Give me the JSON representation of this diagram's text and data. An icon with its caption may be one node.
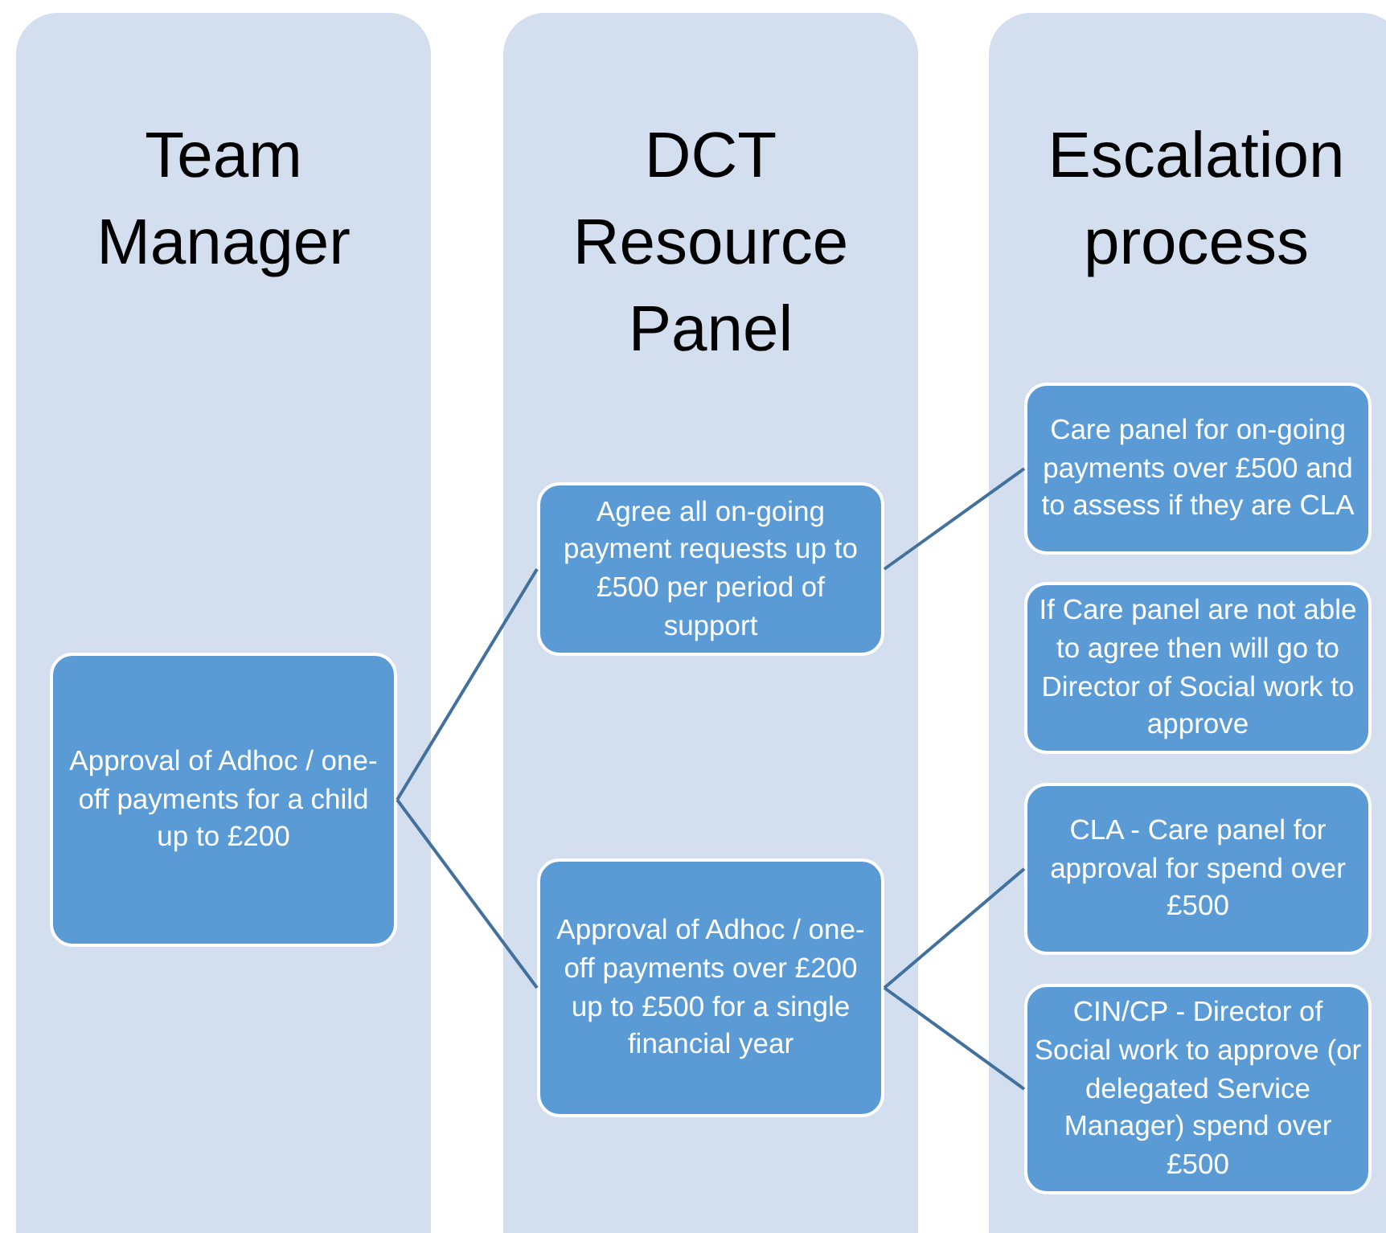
{
  "diagram": {
    "nodes": [
      {
        "text": [
          "Team Manager"
        ]
      },
      {
        "text": [
          "DCT Resource Panel"
        ]
      },
      {
        "text": [
          "Escalation process"
        ]
      },
      {
        "text": [
          "Approval of Adhoc / one-off payments for a child up to £200"
        ],
        "in": 0
      },
      {
        "text": [
          "Agree all on-going payment requests up to £500 per period of support"
        ],
        "in": 1
      },
      {
        "text": [
          "Approval of Adhoc / one-off payments over £200 up to £500 for a single financial year"
        ],
        "in": 1
      },
      {
        "text": [
          "Care panel for on-going payments over £500 and to assess if they are CLA"
        ],
        "in": 2
      },
      {
        "text": [
          "If Care panel are not able to agree then will go to Director of Social work to approve"
        ],
        "in": 2
      },
      {
        "text": [
          "CLA - Care panel for approval for spend over £500"
        ],
        "in": 2
      },
      {
        "text": [
          "CIN/CP - Director of Social work to approve (or delegated Service Manager) spend over £500"
        ],
        "in": 2
      }
    ],
    "edges": [
      {
        "from": 3,
        "to": 4,
        "arrow": "none"
      },
      {
        "from": 3,
        "to": 5,
        "arrow": "none"
      },
      {
        "from": 4,
        "to": 6,
        "arrow": "none"
      },
      {
        "from": 5,
        "to": 8,
        "arrow": "none"
      },
      {
        "from": 5,
        "to": 9,
        "arrow": "none"
      }
    ]
  }
}
